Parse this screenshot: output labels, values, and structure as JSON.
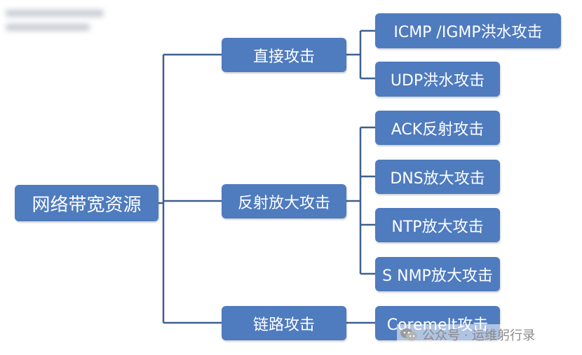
{
  "root": {
    "label": "网络带宽资源"
  },
  "branches": [
    {
      "label": "直接攻击",
      "children": [
        "ICMP /IGMP洪水攻击",
        "UDP洪水攻击"
      ]
    },
    {
      "label": "反射放大攻击",
      "children": [
        "ACK反射攻击",
        "DNS放大攻击",
        "NTP放大攻击",
        "S NMP放大攻击"
      ]
    },
    {
      "label": "链路攻击",
      "children": [
        "Coremelt攻击"
      ]
    }
  ],
  "colors": {
    "node_fill": "#4f7bbf",
    "line": "#3f5f8f",
    "text": "#ffffff"
  },
  "watermark": {
    "text": "公众号 · 运维躬行录",
    "icon": "wechat-icon"
  }
}
